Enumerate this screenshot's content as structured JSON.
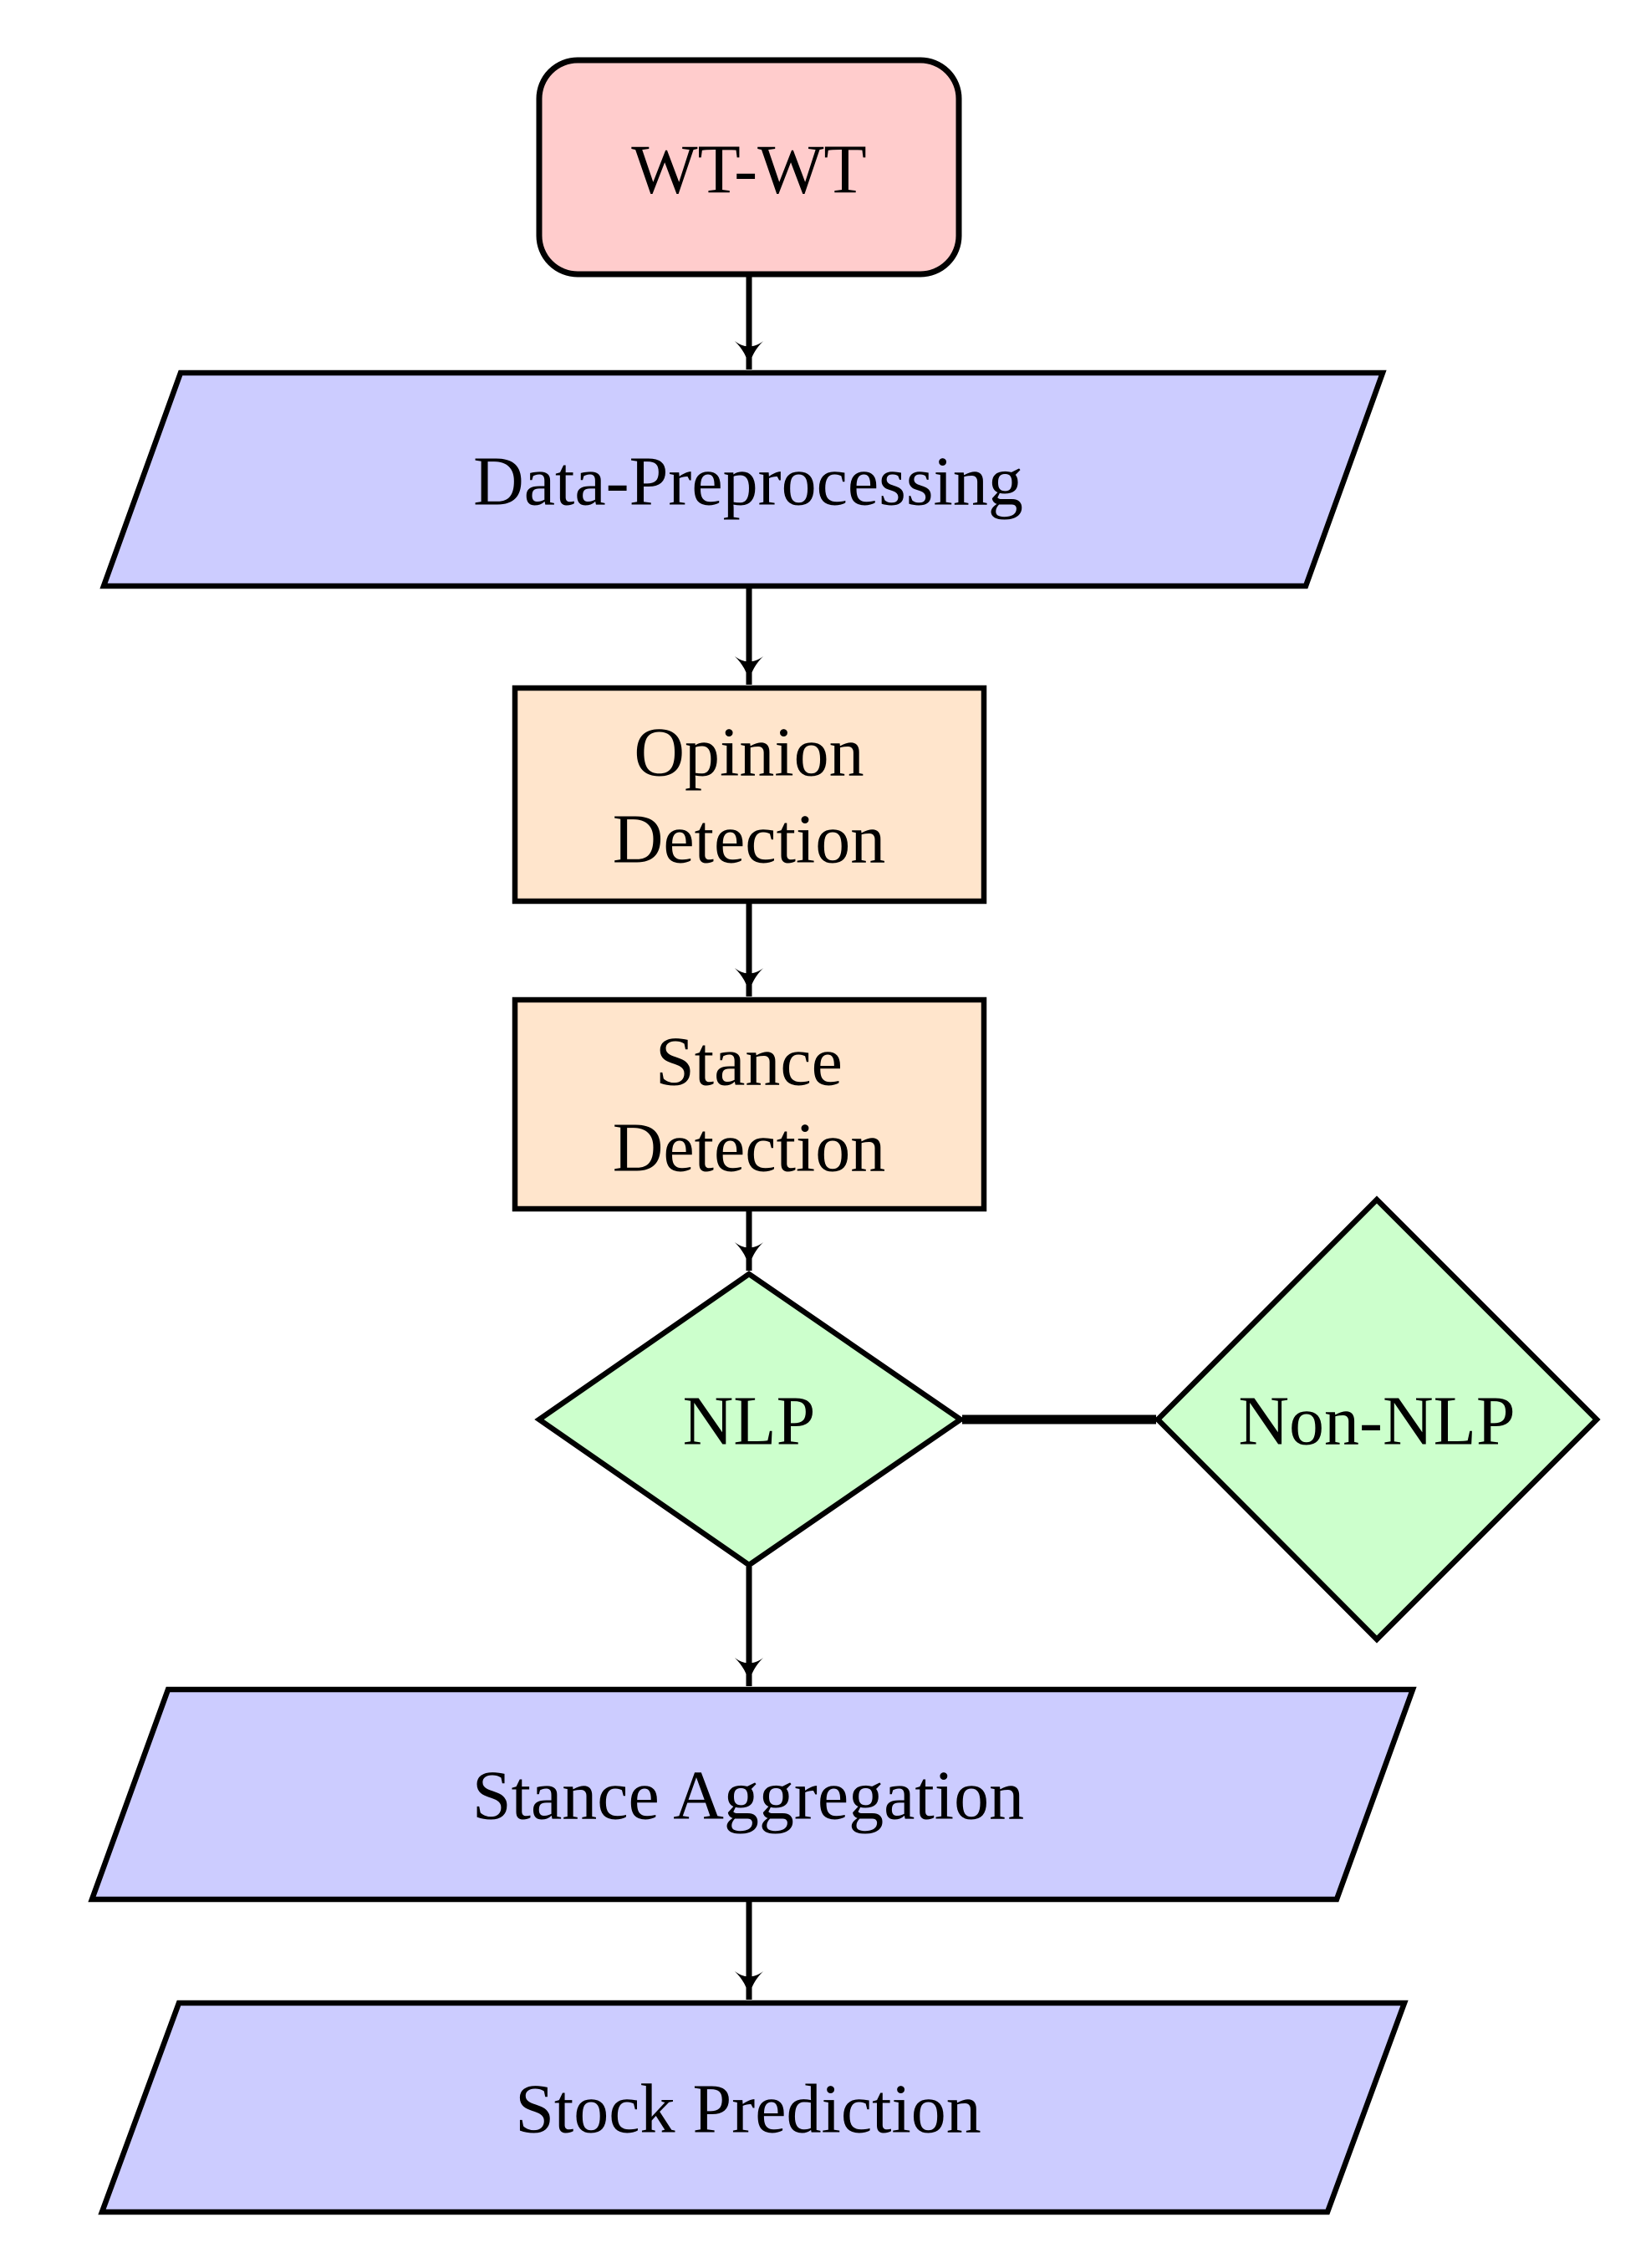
{
  "diagram": {
    "type": "flowchart",
    "background": "#FFFFFF",
    "stroke_color": "#000000",
    "nodes": {
      "wt_wt": {
        "label": "WT-WT",
        "shape": "rounded-rectangle",
        "fill": "#FFCCCC"
      },
      "data_preprocessing": {
        "label": "Data-Preprocessing",
        "shape": "parallelogram",
        "fill": "#CCCCFF"
      },
      "opinion_detection": {
        "label_line1": "Opinion",
        "label_line2": "Detection",
        "shape": "rectangle",
        "fill": "#FFE5CC"
      },
      "stance_detection": {
        "label_line1": "Stance",
        "label_line2": "Detection",
        "shape": "rectangle",
        "fill": "#FFE5CC"
      },
      "nlp": {
        "label": "NLP",
        "shape": "diamond",
        "fill": "#CCFFCC"
      },
      "non_nlp": {
        "label": "Non-NLP",
        "shape": "diamond",
        "fill": "#CCFFCC"
      },
      "stance_aggregation": {
        "label": "Stance Aggregation",
        "shape": "parallelogram",
        "fill": "#CCCCFF"
      },
      "stock_prediction": {
        "label": "Stock Prediction",
        "shape": "parallelogram",
        "fill": "#CCCCFF"
      }
    },
    "edges": [
      {
        "from": "wt_wt",
        "to": "data_preprocessing",
        "style": "arrow"
      },
      {
        "from": "data_preprocessing",
        "to": "opinion_detection",
        "style": "arrow"
      },
      {
        "from": "opinion_detection",
        "to": "stance_detection",
        "style": "arrow"
      },
      {
        "from": "stance_detection",
        "to": "nlp",
        "style": "arrow"
      },
      {
        "from": "nlp",
        "to": "non_nlp",
        "style": "plain-line"
      },
      {
        "from": "nlp",
        "to": "stance_aggregation",
        "style": "arrow"
      },
      {
        "from": "stance_aggregation",
        "to": "stock_prediction",
        "style": "arrow"
      }
    ]
  }
}
